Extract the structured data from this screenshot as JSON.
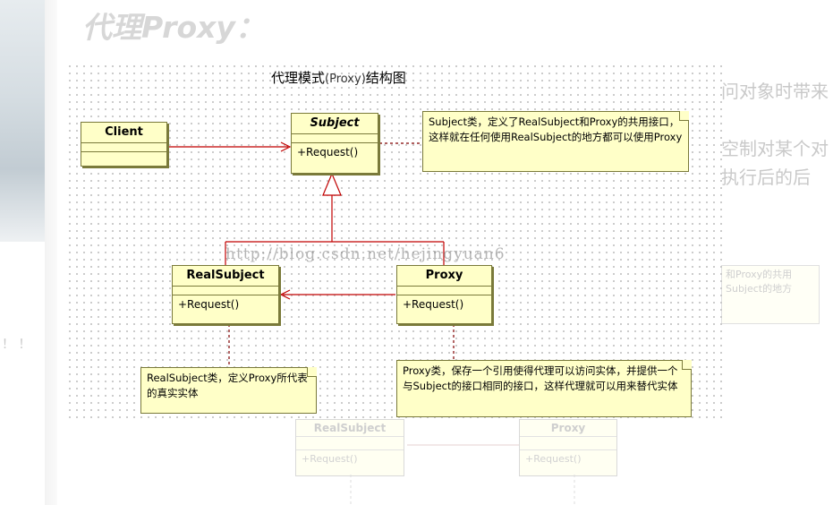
{
  "background": {
    "page_title": "代理Proxy：",
    "side_text_1": "问对象时带来",
    "side_text_2": "空制对某个对",
    "side_text_3": "执行后的后",
    "left_marks": "！ ！",
    "ghost_note_text": "和Proxy的共用\nSubject的地方",
    "ghost_realsubject": "RealSubject",
    "ghost_proxy": "Proxy",
    "ghost_op": "+Request()"
  },
  "diagram": {
    "title_prefix": "代理模式",
    "title_paren": "(Proxy)",
    "title_suffix": "结构图",
    "watermark": "http://blog.csdn.net/hejingyuan6",
    "classes": {
      "client": {
        "name": "Client"
      },
      "subject": {
        "name": "Subject",
        "op": "+Request()"
      },
      "realsubject": {
        "name": "RealSubject",
        "op": "+Request()"
      },
      "proxy": {
        "name": "Proxy",
        "op": "+Request()"
      }
    },
    "notes": {
      "subject_note": "Subject类，定义了RealSubject和Proxy的共用接口，这样就在任何使用RealSubject的地方都可以使用Proxy",
      "realsubject_note": "RealSubject类，定义Proxy所代表的真实实体",
      "proxy_note": "Proxy类，保存一个引用使得代理可以访问实体，并提供一个与Subject的接口相同的接口，这样代理就可以用来替代实体"
    }
  }
}
